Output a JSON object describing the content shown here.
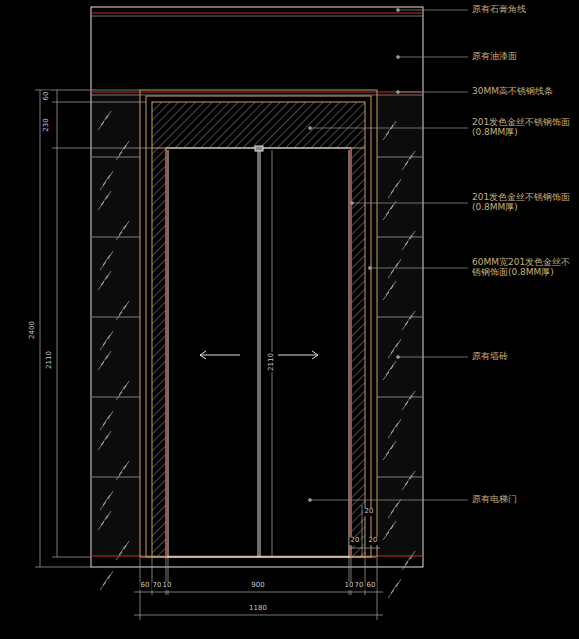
{
  "diagram": {
    "labels": [
      "原有石膏角线",
      "原有油漆面",
      "30MM高不锈钢线条",
      "201发色金丝不锈钢饰面(0.8MM厚)",
      "201发色金丝不锈钢饰面(0.8MM厚)",
      "60MM宽201发色金丝不锈钢饰面(0.8MM厚)",
      "原有墙砖",
      "原有电梯门",
      "60",
      "230",
      "2400",
      "2110",
      "2110",
      "60",
      "70",
      "10",
      "900",
      "10",
      "70",
      "60",
      "1180",
      "20",
      "20",
      "20"
    ]
  }
}
